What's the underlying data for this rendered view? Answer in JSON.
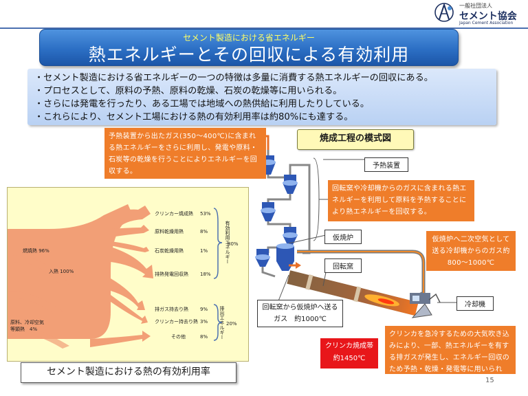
{
  "org": {
    "sub": "一般社団法人",
    "name": "セメント協会",
    "en": "Japan Cement Association"
  },
  "title": {
    "sub": "セメント製造における省エネルギー",
    "main": "熱エネルギーとその回収による有効利用"
  },
  "bullets": [
    "・セメント製造における省エネルギーの一つの特徴は多量に消費する熱エネルギーの回収にある。",
    "・プロセスとして、原料の予熱、原料の乾燥、石炭の乾燥等に用いられる。",
    "・さらには発電を行ったり、ある工場では地域への熱供給に利用したりしている。",
    "・これらにより、セメント工場における熱の有効利用率は約80%にも達する。"
  ],
  "sankey": {
    "left_labels": {
      "fuel": "燃焼熱 96%",
      "input": "入熱 100%",
      "raw_line1": "原料、冷却空気",
      "raw_line2": "等顕熱　4%"
    },
    "outputs": [
      {
        "label": "クリンカー焼成熱",
        "value": "53%"
      },
      {
        "label": "原料乾燥用熱",
        "value": "8%"
      },
      {
        "label": "石炭乾燥用熱",
        "value": "1%"
      },
      {
        "label": "排熱発電回収熱",
        "value": "18%"
      },
      {
        "label": "排ガス持去り熱",
        "value": "9%"
      },
      {
        "label": "クリンカー持去り熱",
        "value": "3%"
      },
      {
        "label": "その他",
        "value": "8%"
      }
    ],
    "group_effective": {
      "label": "有効利用エネルギー",
      "value": "80%"
    },
    "group_loss": {
      "label": "排出エネルギー",
      "value": "20%"
    },
    "caption": "セメント製造における熱の有効利用率"
  },
  "schematic": {
    "title": "焼成工程の模式図",
    "preheater": "予熱装置",
    "calciner": "仮焼炉",
    "kiln": "回転窯",
    "cooler": "冷却機",
    "kiln_gas": "回転窯から仮焼炉へ送るガス　約1000℃",
    "burning_zone_line1": "クリンカ焼成帯",
    "burning_zone_line2": "約1450℃",
    "callout_gas": "予熱装置から出たガス(350～400℃)に含まれる熱エネルギーをさらに利用し、発電や原料・石炭等の乾燥を行うことによりエネルギーを回収する。",
    "callout_preheat": "回転窯や冷却機からのガスに含まれる熱エネルギーを利用して原料を予熱することにより熱エネルギーを回収する。",
    "callout_secondary": "仮焼炉へ二次空気として送る冷却機からのガス約800～1000℃",
    "callout_quench": "クリンカを急冷するための大気吹き込みにより、一部、熱エネルギーを有する排ガスが発生し、エネルギー回収のため予熱・乾燥・発電等に用いられる。"
  },
  "colors": {
    "banner": "#2c6fc4",
    "orange": "#ef7d2a",
    "sankey_flow": "#f08f68",
    "red": "#e8161a",
    "vessel": "#2d57b5"
  },
  "page_number": "15"
}
